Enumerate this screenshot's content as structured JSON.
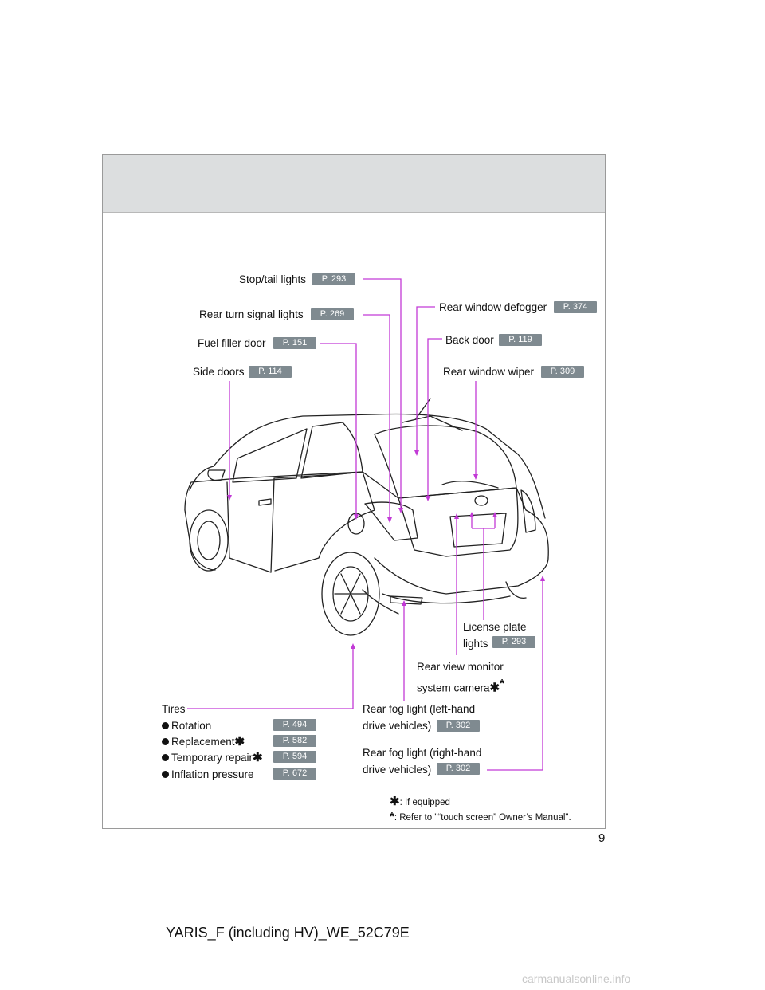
{
  "page_number": "9",
  "footer_title": "YARIS_F (including HV)_WE_52C79E",
  "watermark": "carmanualsonline.info",
  "callouts": {
    "stop_tail": {
      "label": "Stop/tail lights",
      "page": "P. 293"
    },
    "rear_turn": {
      "label": "Rear turn signal lights",
      "page": "P. 269"
    },
    "fuel_door": {
      "label": "Fuel filler door",
      "page": "P. 151"
    },
    "side_doors": {
      "label": "Side doors",
      "page": "P. 114"
    },
    "defogger": {
      "label": "Rear window defogger",
      "page": "P. 374"
    },
    "back_door": {
      "label": "Back door",
      "page": "P. 119"
    },
    "wiper": {
      "label": "Rear window wiper",
      "page": "P. 309"
    },
    "license": {
      "label_1": "License plate",
      "label_2": "lights",
      "page": "P. 293"
    },
    "camera": {
      "label_1": "Rear view monitor",
      "label_2": "system camera"
    },
    "fog_left": {
      "label_1": "Rear fog light (left-hand",
      "label_2": "drive vehicles)",
      "page": "P. 302"
    },
    "fog_right": {
      "label_1": "Rear fog light (right-hand",
      "label_2": "drive vehicles)",
      "page": "P. 302"
    }
  },
  "tires": {
    "title": "Tires",
    "items": [
      {
        "label": "Rotation",
        "page": "P. 494",
        "marker": ""
      },
      {
        "label": "Replacement",
        "page": "P. 582",
        "marker": "✱"
      },
      {
        "label": "Temporary repair",
        "page": "P. 594",
        "marker": "✱"
      },
      {
        "label": "Inflation pressure",
        "page": "P. 672",
        "marker": ""
      }
    ]
  },
  "notes": {
    "if_equipped": ": If equipped",
    "refer_to": ": Refer to \"“touch screen” Owner’s Manual\"."
  },
  "colors": {
    "leader": "#c23ad6",
    "badge": "#7f8a90",
    "header_band": "#dcdedf"
  }
}
